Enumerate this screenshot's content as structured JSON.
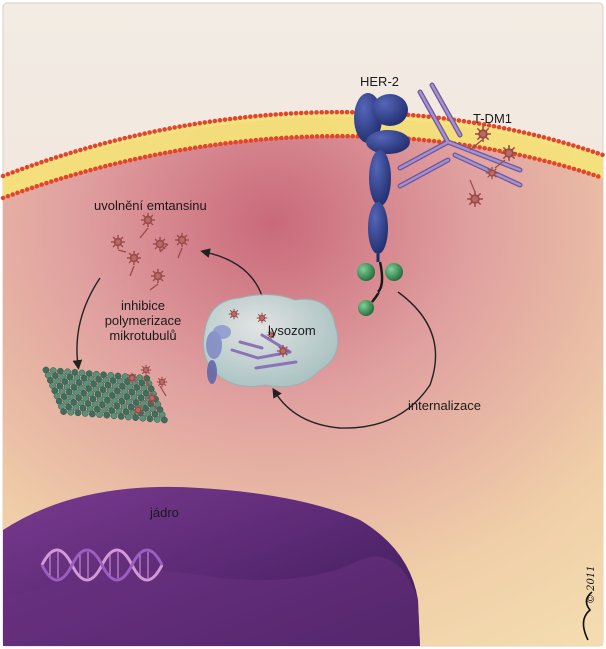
{
  "labels": {
    "her2": "HER-2",
    "tdm1": "T-DM1",
    "emtansine_release": "uvolnění emtansinu",
    "inhibition_line1": "inhibice",
    "inhibition_line2": "polymerizace",
    "inhibition_line3": "mikrotubulů",
    "lysosome": "lysozom",
    "internalization": "internalizace",
    "nucleus": "jádro",
    "signature": "© 2011"
  },
  "colors": {
    "cytoplasm": "#e8b8b0",
    "membrane_yellow": "#f4e27a",
    "membrane_beads": "#e2452a",
    "receptor": "#2f3e8c",
    "antibody": "#8c73b8",
    "drug": "#a0524d",
    "nucleus": "#5a2a7a",
    "lysosome": "#b9dbd8",
    "green_domain": "#3e8a55"
  },
  "icons": [
    "her2-receptor-icon",
    "antibody-icon",
    "drug-molecule-icon",
    "microtubule-icon",
    "dna-helix-icon",
    "lysosome-icon"
  ]
}
